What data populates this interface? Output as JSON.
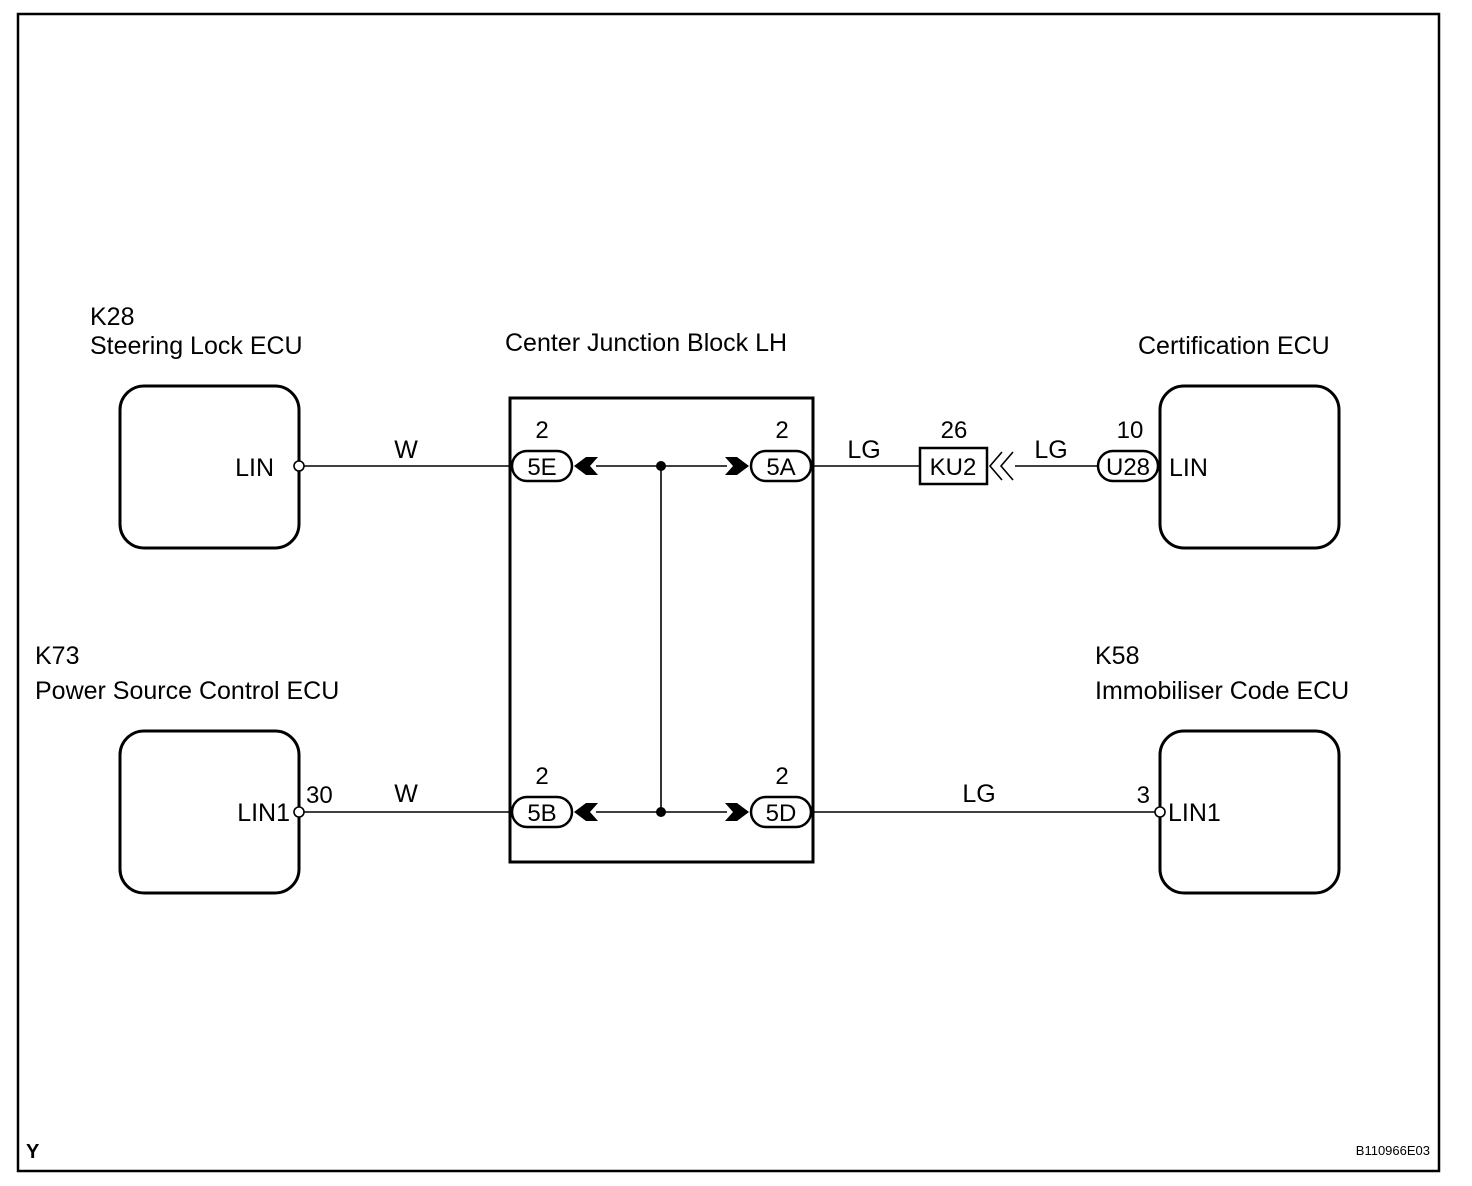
{
  "diagram": {
    "components": {
      "steering_lock": {
        "code": "K28",
        "name": "Steering Lock ECU",
        "pin_label": "LIN"
      },
      "power_source": {
        "code": "K73",
        "name": "Power Source Control ECU",
        "pin_label": "LIN1",
        "pin_number": "30"
      },
      "junction_block": {
        "name": "Center Junction Block LH"
      },
      "certification": {
        "name": "Certification ECU",
        "pin_label": "LIN"
      },
      "immobiliser": {
        "code": "K58",
        "name": "Immobiliser Code ECU",
        "pin_label": "LIN1",
        "pin_number": "3"
      }
    },
    "connectors": {
      "c5E": {
        "id": "5E",
        "pin": "2"
      },
      "c5A": {
        "id": "5A",
        "pin": "2"
      },
      "c5B": {
        "id": "5B",
        "pin": "2"
      },
      "c5D": {
        "id": "5D",
        "pin": "2"
      },
      "ku2": {
        "id": "KU2",
        "pin": "26"
      },
      "u28": {
        "id": "U28",
        "pin": "10"
      }
    },
    "wire_colors": {
      "w_top_left": "W",
      "w_bottom_left": "W",
      "lg_top_1": "LG",
      "lg_top_2": "LG",
      "lg_bottom": "LG"
    },
    "corner_mark": "Y",
    "figure_id": "B110966E03"
  }
}
